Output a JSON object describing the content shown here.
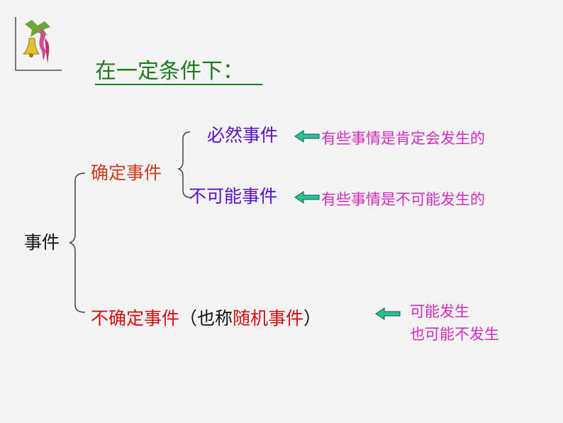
{
  "title": "在一定条件下：",
  "root": "事件",
  "certain": {
    "label": "确定事件",
    "children": [
      "必然事件",
      "不可能事件"
    ],
    "notes": [
      "有些事情是肯定会发生的",
      "有些事情是不可能发生的"
    ]
  },
  "uncertain": {
    "prefix": "不确定事件",
    "paren_open": "（也称",
    "random": "随机事件",
    "paren_close": "）",
    "note_lines": [
      "可能发生",
      "也可能不发生"
    ]
  },
  "colors": {
    "title": "#1e7a1e",
    "purple": "#5a11c9",
    "orange": "#d13a1b",
    "red": "#d01010",
    "pink": "#d42bbf",
    "arrow": "#2bbf9a"
  }
}
